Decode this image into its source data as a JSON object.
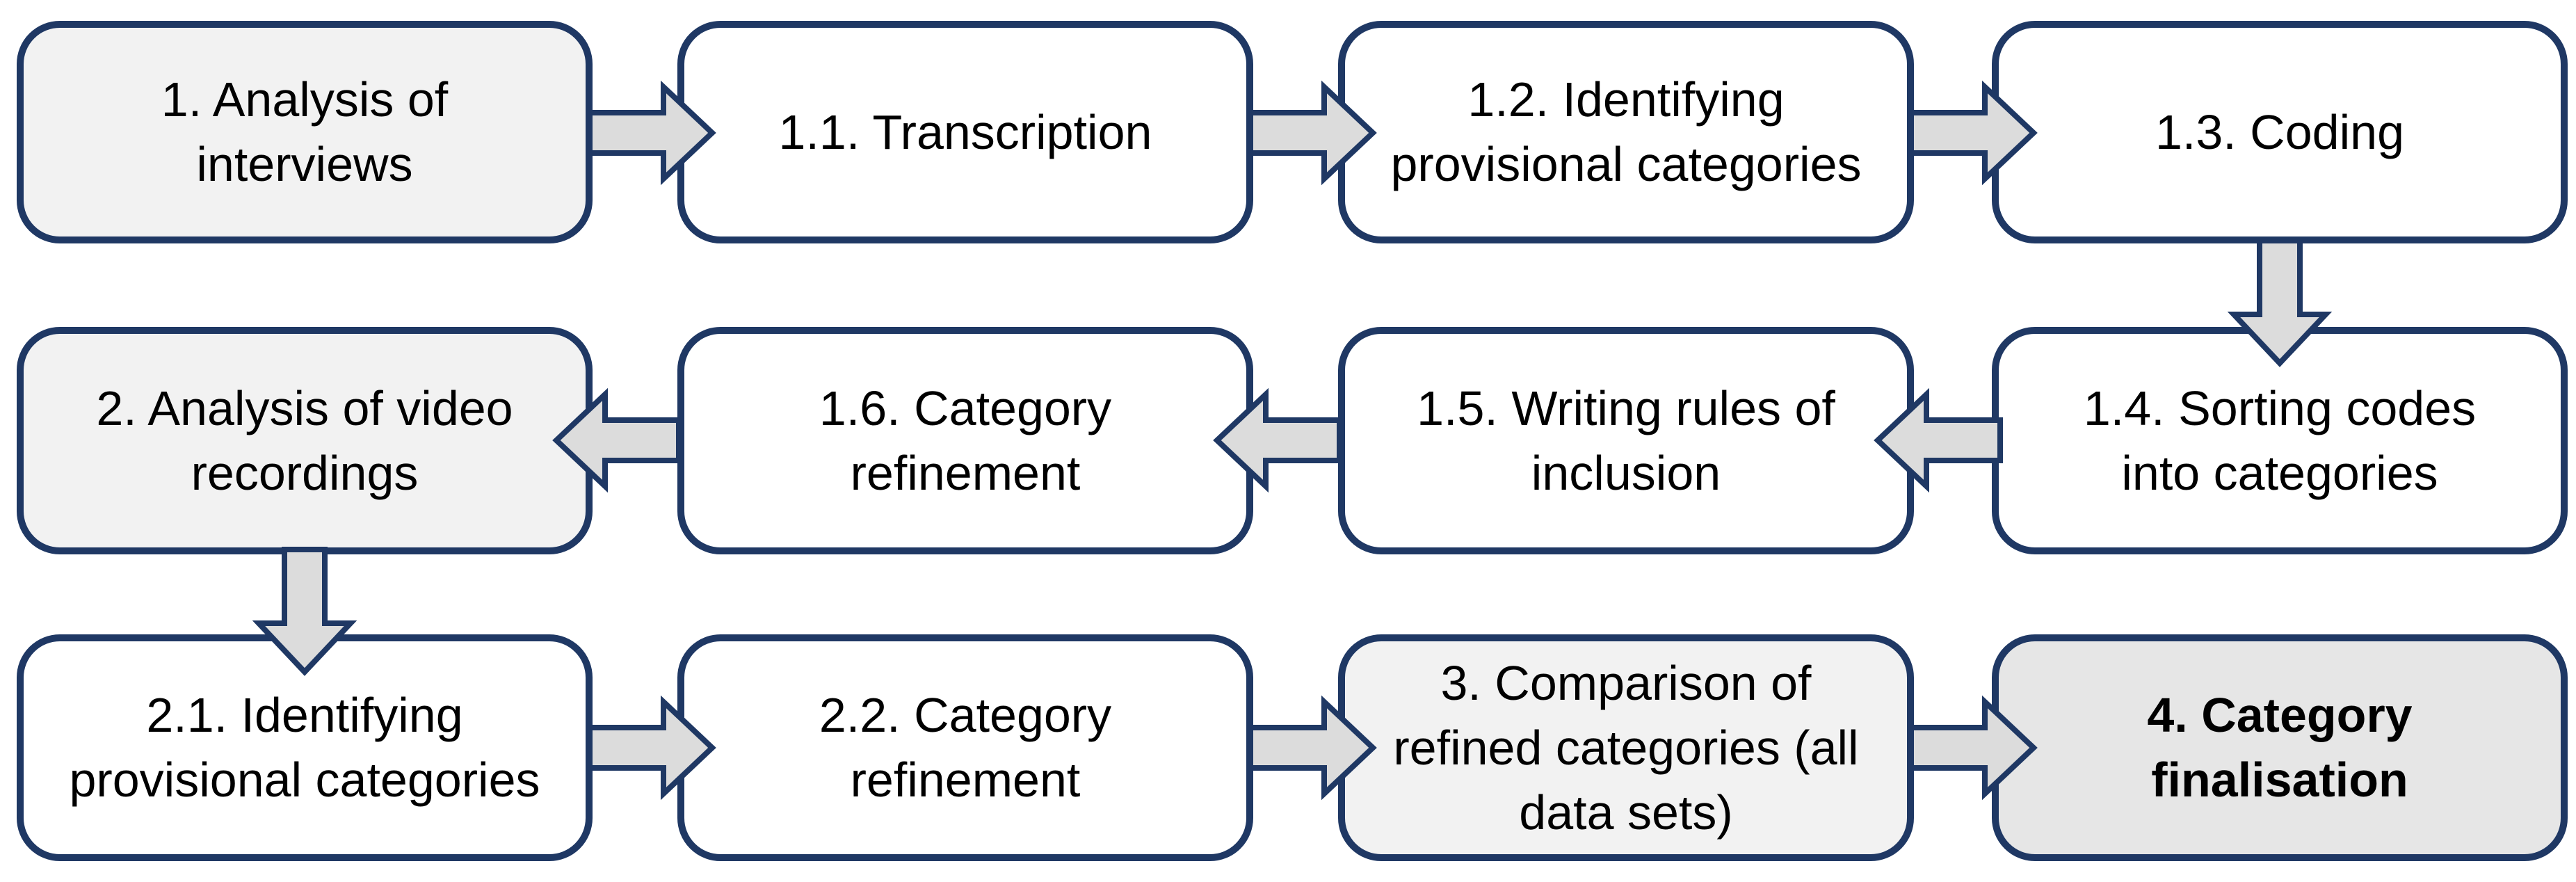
{
  "steps": [
    {
      "id": "1",
      "label": "1. Analysis of\ninterviews",
      "fill": "#f2f2f2",
      "bold": false
    },
    {
      "id": "1.1",
      "label": "1.1. Transcription",
      "fill": "#ffffff",
      "bold": false
    },
    {
      "id": "1.2",
      "label": "1.2. Identifying\nprovisional categories",
      "fill": "#ffffff",
      "bold": false
    },
    {
      "id": "1.3",
      "label": "1.3. Coding",
      "fill": "#ffffff",
      "bold": false
    },
    {
      "id": "2",
      "label": "2. Analysis of video\nrecordings",
      "fill": "#f2f2f2",
      "bold": false
    },
    {
      "id": "1.6",
      "label": "1.6. Category\nrefinement",
      "fill": "#ffffff",
      "bold": false
    },
    {
      "id": "1.5",
      "label": "1.5. Writing rules of\ninclusion",
      "fill": "#ffffff",
      "bold": false
    },
    {
      "id": "1.4",
      "label": "1.4. Sorting codes\ninto categories",
      "fill": "#ffffff",
      "bold": false
    },
    {
      "id": "2.1",
      "label": "2.1. Identifying\nprovisional categories",
      "fill": "#ffffff",
      "bold": false
    },
    {
      "id": "2.2",
      "label": "2.2. Category\nrefinement",
      "fill": "#ffffff",
      "bold": false
    },
    {
      "id": "3",
      "label": "3. Comparison of\nrefined categories (all\ndata sets)",
      "fill": "#f2f2f2",
      "bold": false
    },
    {
      "id": "4",
      "label": "4. Category\nfinalisation",
      "fill": "#e6e6e6",
      "bold": true
    }
  ],
  "arrows": [
    {
      "from": "1",
      "to": "1.1",
      "direction": "right"
    },
    {
      "from": "1.1",
      "to": "1.2",
      "direction": "right"
    },
    {
      "from": "1.2",
      "to": "1.3",
      "direction": "right"
    },
    {
      "from": "1.3",
      "to": "1.4",
      "direction": "down"
    },
    {
      "from": "1.4",
      "to": "1.5",
      "direction": "left"
    },
    {
      "from": "1.5",
      "to": "1.6",
      "direction": "left"
    },
    {
      "from": "1.6",
      "to": "2",
      "direction": "left"
    },
    {
      "from": "2",
      "to": "2.1",
      "direction": "down"
    },
    {
      "from": "2.1",
      "to": "2.2",
      "direction": "right"
    },
    {
      "from": "2.2",
      "to": "3",
      "direction": "right"
    },
    {
      "from": "3",
      "to": "4",
      "direction": "right"
    }
  ],
  "colors": {
    "box_border": "#1f3864",
    "box_white": "#ffffff",
    "box_light_gray": "#f2f2f2",
    "box_gray": "#e6e6e6",
    "arrow_fill": "#dcdcdc",
    "arrow_outline": "#1f3864",
    "text": "#000000"
  }
}
